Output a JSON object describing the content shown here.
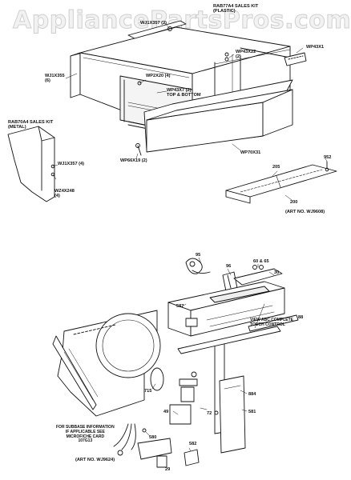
{
  "watermark": "AppliancePartsPros.com",
  "upper_diagram": {
    "labels": {
      "rab77a4": "RAB77A4 SALES KIT\n(PLASTIC)",
      "wj1x_top": "WJ1X357 (2)",
      "wj1x355": "WJ1X355\n(6)",
      "wp43x22": "WP43X22\n(2)",
      "wp43x1": "WP43X1",
      "wp2x20": "WP2X20 (4)",
      "wp43x7": "WP43X7 (2)\nTOP & BOTTOM",
      "rab70a4": "RAB70A4 SALES KIT\n(METAL)",
      "wj1x357": "WJ1X357 (4)",
      "wz4x248": "WZ4X248\n(4)",
      "wp66x19": "WP66X19 (2)",
      "wp70x31": "WP70X31",
      "p205": "205",
      "p952": "952",
      "p200": "200",
      "art": "(ART NO. WJ9608)"
    }
  },
  "lower_diagram": {
    "labels": {
      "p95": "95",
      "p96": "96",
      "p60": "60 & 65",
      "p30": "30",
      "p587": "587",
      "p88": "88",
      "view": "VIEW ABC COMPLETE\nTOUCH CONTROL",
      "p715": "715",
      "p49": "49",
      "p72": "72",
      "p884": "884",
      "p581": "581",
      "p580": "580",
      "p582": "582",
      "p29": "29",
      "note": "FOR SUBBASE INFORMATION\nIF APPLICABLE SEE\nMICROFICHE CARD\n107G13",
      "art": "(ART NO. WJ9624)"
    }
  }
}
